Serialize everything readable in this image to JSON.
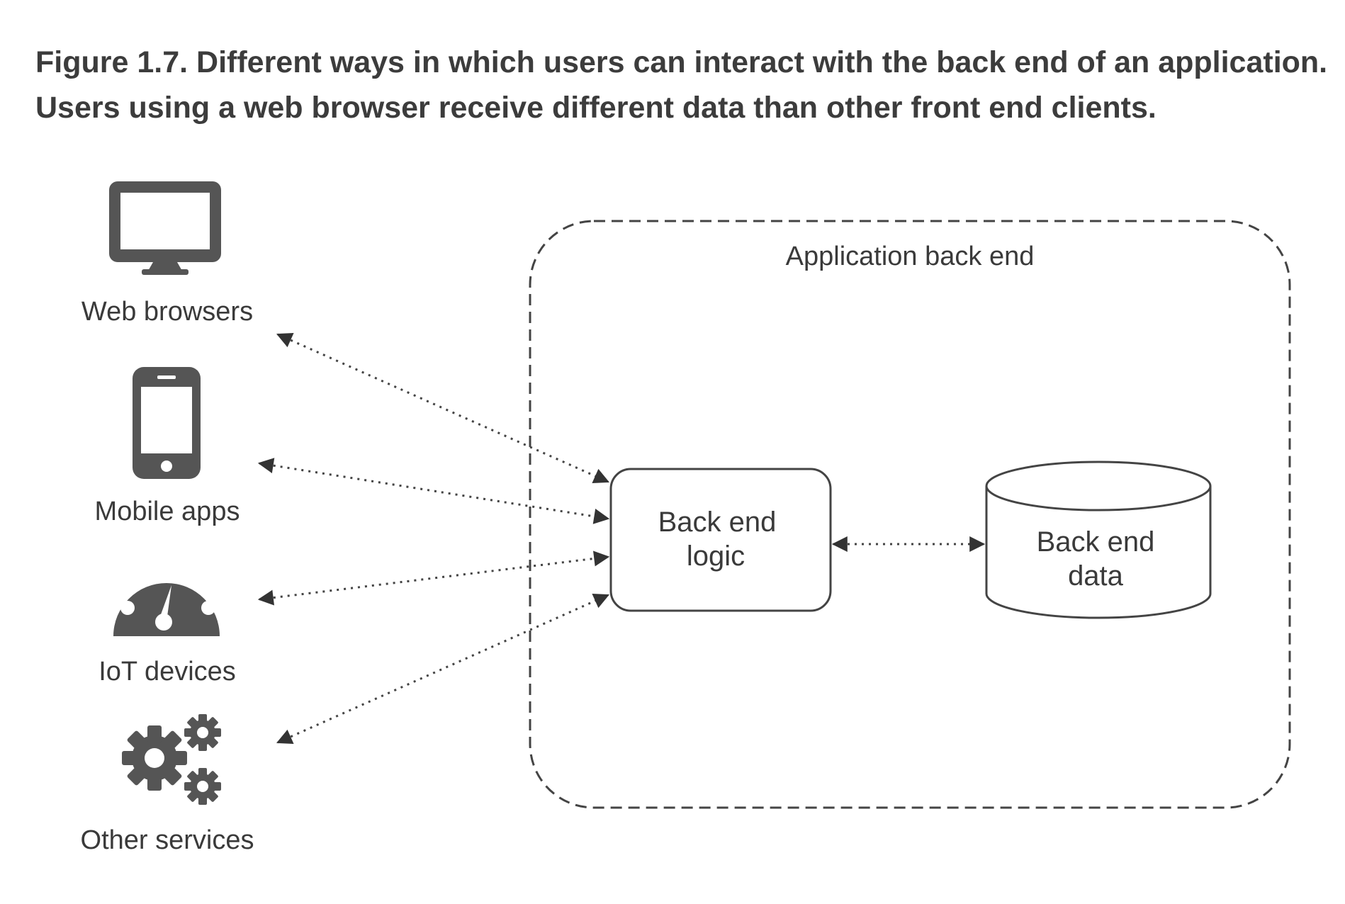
{
  "caption": {
    "line1": "Figure 1.7. Different ways in which users can interact with the back end of an application.",
    "line2": "Users using a web browser receive different data than other front end clients."
  },
  "clients": [
    {
      "label": "Web browsers",
      "icon": "monitor-icon"
    },
    {
      "label": "Mobile apps",
      "icon": "smartphone-icon"
    },
    {
      "label": "IoT devices",
      "icon": "gauge-icon"
    },
    {
      "label": "Other services",
      "icon": "gears-icon"
    }
  ],
  "backend": {
    "container_label": "Application back end",
    "logic_line1": "Back end",
    "logic_line2": "logic",
    "data_line1": "Back end",
    "data_line2": "data"
  },
  "colors": {
    "icon": "#555555",
    "text": "#3a3a3a",
    "line": "#444444"
  }
}
